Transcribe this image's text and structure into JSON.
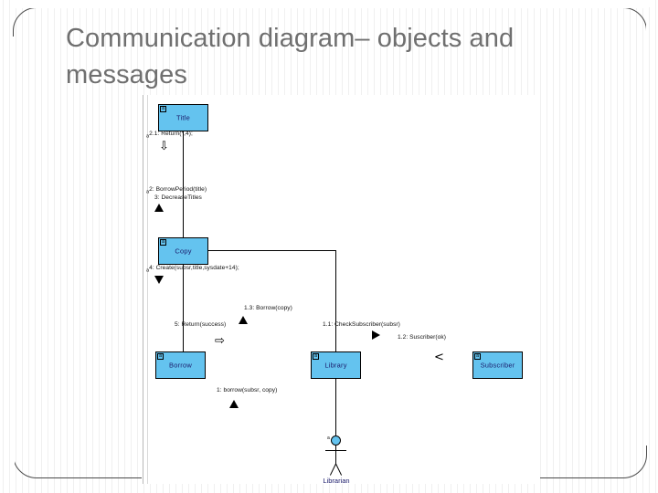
{
  "slide": {
    "title": "Communication diagram– objects and messages",
    "accent_color": "#64c3ef",
    "title_color": "#6f6f6f",
    "border_color": "#4a4a4a"
  },
  "diagram": {
    "type": "uml-communication-diagram",
    "objects": [
      {
        "id": "title",
        "label": "Title",
        "marker": "a"
      },
      {
        "id": "copy",
        "label": "Copy",
        "marker": "a"
      },
      {
        "id": "borrow",
        "label": "Borrow",
        "marker": "a"
      },
      {
        "id": "library",
        "label": "Library",
        "marker": "a"
      },
      {
        "id": "subscriber",
        "label": "Subscriber",
        "marker": "a"
      }
    ],
    "actor": {
      "label": "Librarian",
      "marker": "a"
    },
    "messages": [
      {
        "id": "m21",
        "text": "2.1: Return(*,4);"
      },
      {
        "id": "m2",
        "text": "2: BorrowPeriod(title)"
      },
      {
        "id": "m3",
        "text": "3: DecreaseTitles"
      },
      {
        "id": "m4",
        "text": "4: Create(subsr,title,sysdate+14);"
      },
      {
        "id": "m13",
        "text": "1.3: Borrow(copy)"
      },
      {
        "id": "m5",
        "text": "5: Return(success)"
      },
      {
        "id": "m11",
        "text": "1.1: CheckSubscriber(subsr)"
      },
      {
        "id": "m12",
        "text": "1.2: Suscriber(ok)"
      },
      {
        "id": "m1",
        "text": "1: borrow(subsr, copy)"
      }
    ]
  }
}
